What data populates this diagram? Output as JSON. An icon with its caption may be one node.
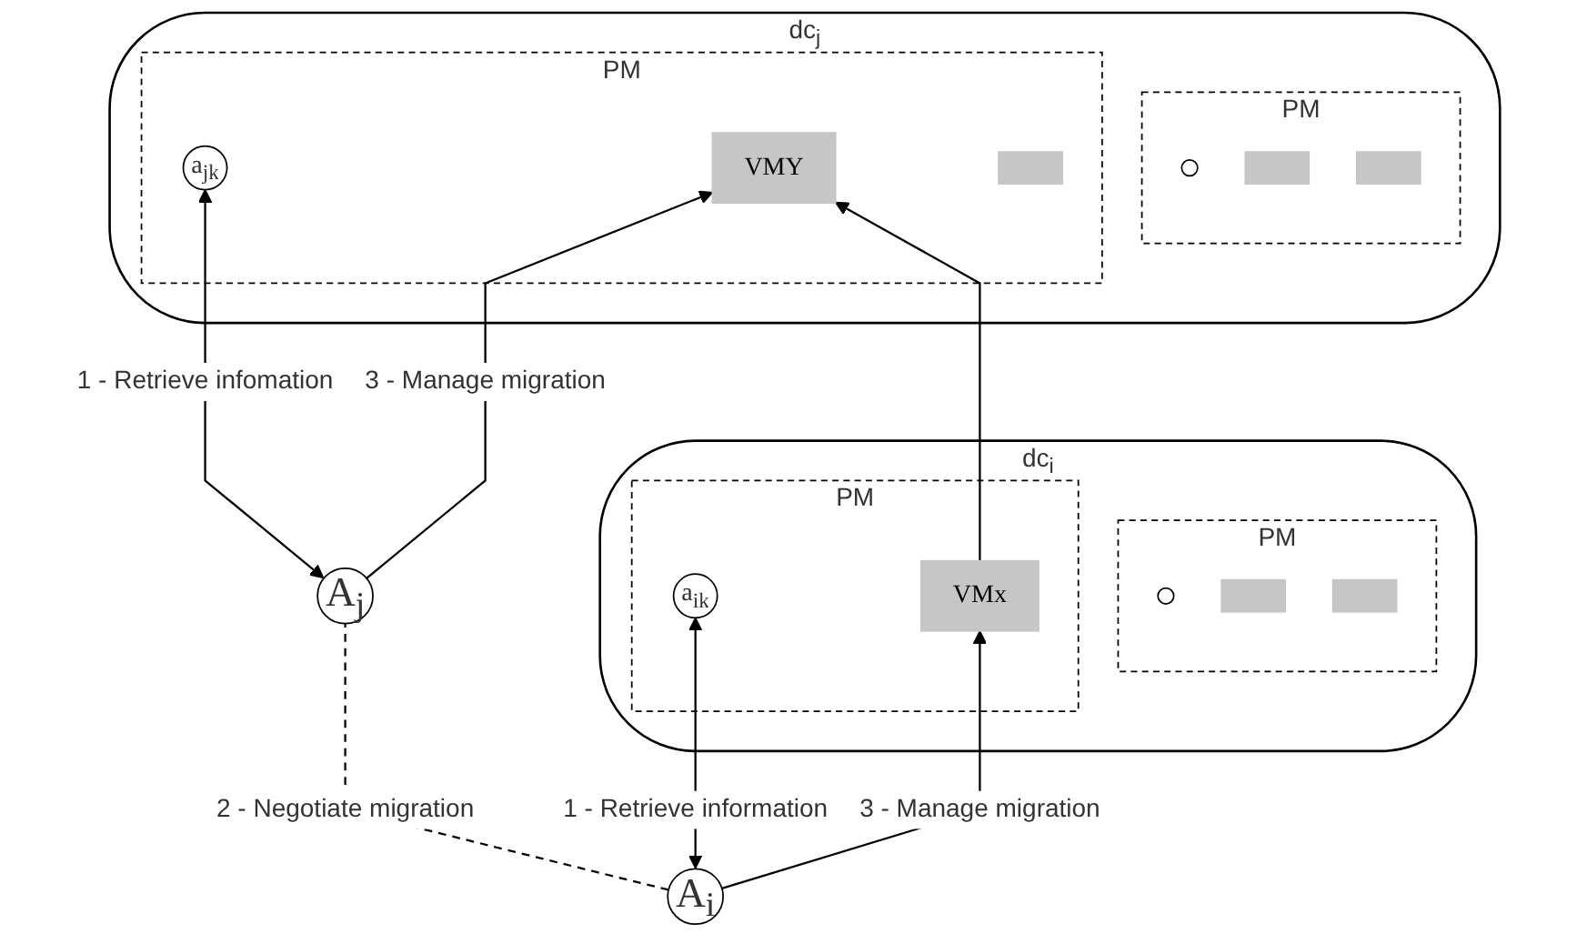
{
  "diagram": {
    "nodes": [
      {
        "text": [
          "dc$_{i}$"
        ]
      },
      {
        "text": [
          "PM"
        ],
        "in": 0
      },
      {
        "text": [],
        "shape": "circle",
        "in": 1
      },
      {
        "text": [],
        "shape": "box",
        "in": 1
      },
      {
        "text": [],
        "shape": "box",
        "in": 1
      },
      {
        "text": [
          "PM"
        ],
        "in": 0
      },
      {
        "text": [
          "a$_{ik}$"
        ],
        "in": 5
      },
      {
        "text": [
          "VMx"
        ],
        "in": 5
      },
      {
        "text": [
          "dc$_{j}$"
        ]
      },
      {
        "text": [
          "PM"
        ],
        "in": 8
      },
      {
        "text": [],
        "shape": "circle",
        "in": 9
      },
      {
        "text": [],
        "shape": "box",
        "in": 9
      },
      {
        "text": [],
        "shape": "box",
        "in": 9
      },
      {
        "text": [
          "PM"
        ],
        "in": 8
      },
      {
        "text": [
          "a$_{jk}$"
        ],
        "in": 13
      },
      {
        "text": [
          "VMY"
        ],
        "in": 13
      },
      {
        "text": [],
        "shape": "box",
        "in": 13
      },
      {
        "text": [
          "A$_{i}$"
        ]
      },
      {
        "text": [
          "A$_{j}$"
        ]
      }
    ],
    "edges": [
      {
        "from": 7,
        "to": 15,
        "arrow": "to"
      },
      {
        "from": 17,
        "to": 6,
        "arrow": "both",
        "label": "1 - Retrieve information"
      },
      {
        "from": 17,
        "to": 7,
        "arrow": "to",
        "label": "3 - Manage migration"
      },
      {
        "from": 17,
        "to": 18,
        "arrow": "none",
        "style": "dashed",
        "label": "2 - Negotiate migration"
      },
      {
        "from": 18,
        "to": 14,
        "arrow": "both",
        "label": "1 - Retrieve infomation"
      },
      {
        "from": 18,
        "to": 15,
        "arrow": "to",
        "label": "3 - Manage migration"
      }
    ]
  }
}
